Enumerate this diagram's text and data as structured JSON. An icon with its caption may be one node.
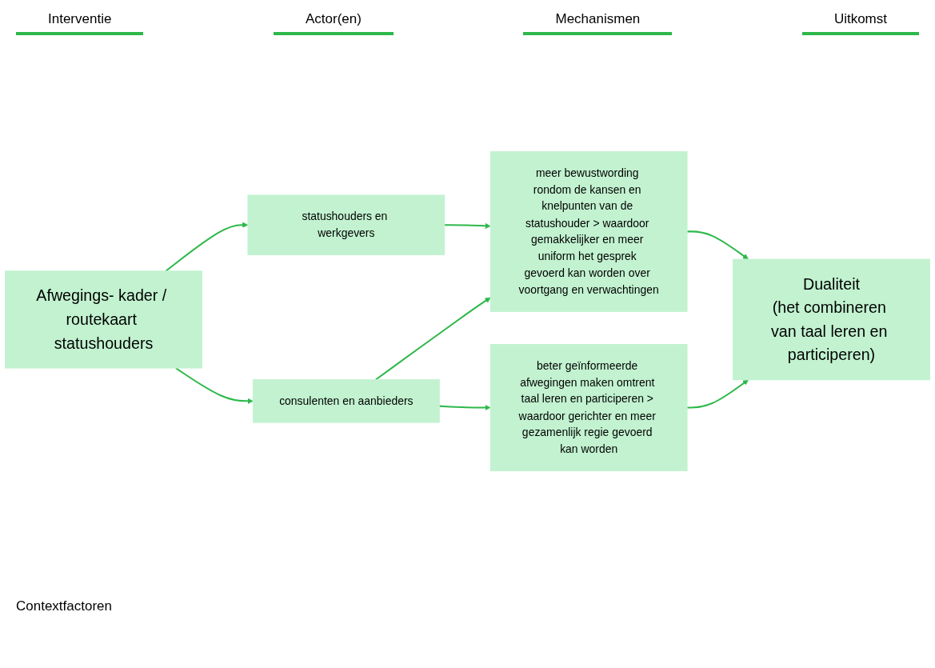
{
  "diagram": {
    "nodes": [
      {
        "text": [
          "Afwegings- kader / routekaart statushouders"
        ]
      },
      {
        "text": [
          "statushouders en werkgevers"
        ]
      },
      {
        "text": [
          "consulenten en aanbieders"
        ]
      },
      {
        "text": [
          "meer bewustwording rondom de kansen en knelpunten van de statushouder > waardoor gemakkelijker en meer uniform het gesprek gevoerd kan worden over voortgang en verwachtingen"
        ]
      },
      {
        "text": [
          "beter geïnformeerde afwegingen maken omtrent taal leren en participeren > waardoor gerichter en meer gezamenlijk regie gevoerd kan worden"
        ]
      },
      {
        "text": [
          "Dualiteit",
          "(het combineren van taal leren en participeren)"
        ]
      }
    ],
    "edges": [
      {
        "from": 0,
        "to": 1,
        "arrow": "to"
      },
      {
        "from": 0,
        "to": 2,
        "arrow": "to"
      },
      {
        "from": 1,
        "to": 3,
        "arrow": "to"
      },
      {
        "from": 2,
        "to": 3,
        "arrow": "to"
      },
      {
        "from": 2,
        "to": 4,
        "arrow": "to"
      },
      {
        "from": 3,
        "to": 5,
        "arrow": "to"
      },
      {
        "from": 4,
        "to": 5,
        "arrow": "to"
      }
    ],
    "labels": [
      "Interventie",
      "Actor(en)",
      "Mechanismen",
      "Uitkomst",
      "Contextfactoren"
    ]
  }
}
